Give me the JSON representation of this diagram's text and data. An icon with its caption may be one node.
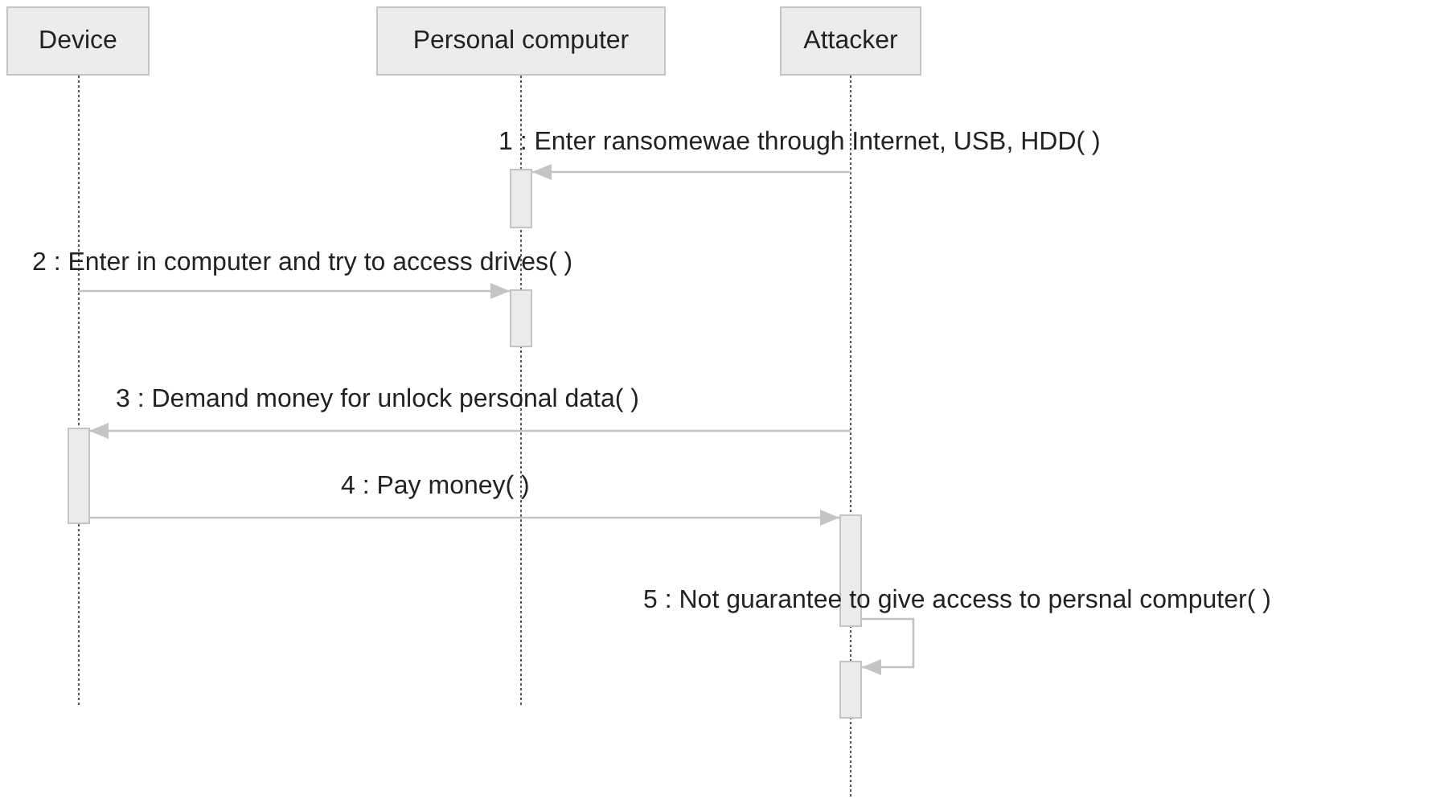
{
  "diagram": {
    "nodes": [
      {
        "text": [
          "Device"
        ]
      },
      {
        "text": [
          "Personal computer"
        ]
      },
      {
        "text": [
          "Attacker"
        ]
      },
      {
        "text": [],
        "shape": "bar",
        "in": 1
      },
      {
        "text": [],
        "shape": "bar",
        "in": 1
      },
      {
        "text": [],
        "shape": "bar",
        "in": 0
      },
      {
        "text": [],
        "shape": "bar",
        "in": 2
      },
      {
        "text": [],
        "shape": "bar",
        "in": 2
      }
    ],
    "edges": [
      {
        "from": 2,
        "to": 3,
        "arrow": "to",
        "label": "1 : Enter ransomewae through Internet, USB, HDD( )"
      },
      {
        "from": 0,
        "to": 4,
        "arrow": "to",
        "label": "2 : Enter in computer and try to access drives( )"
      },
      {
        "from": 2,
        "to": 5,
        "arrow": "to",
        "label": "3 : Demand money for unlock personal data( )"
      },
      {
        "from": 5,
        "to": 6,
        "arrow": "to",
        "label": "4 : Pay money( )"
      },
      {
        "from": 6,
        "to": 7,
        "arrow": "to",
        "label": "5 : Not guarantee to give access to persnal computer( )"
      }
    ]
  }
}
